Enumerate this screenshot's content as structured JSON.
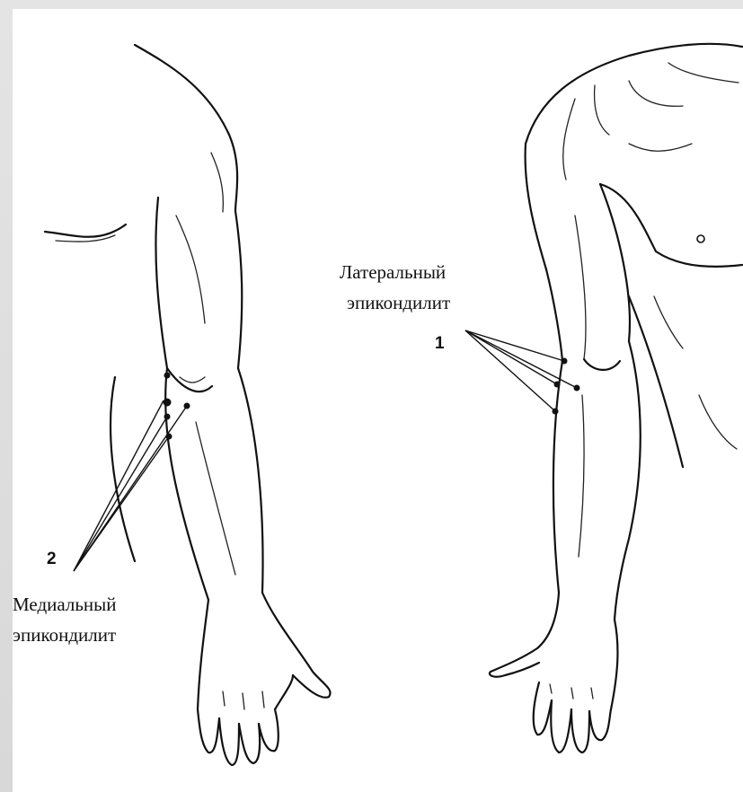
{
  "labels": {
    "lateral_line1": "Латеральный",
    "lateral_line2": "эпикондилит",
    "lateral_number": "1",
    "medial_line1": "Медиальный",
    "medial_line2": "эпикондилит",
    "medial_number": "2"
  },
  "colors": {
    "ink": "#111111",
    "paper": "#ffffff",
    "frame": "#dcdcdc"
  }
}
